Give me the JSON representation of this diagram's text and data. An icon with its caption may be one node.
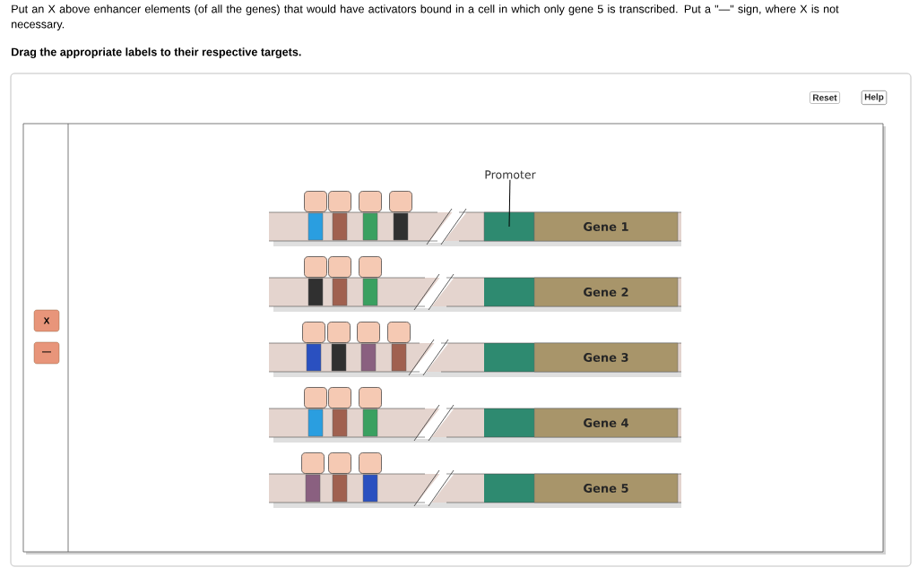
{
  "diagram": {
    "nodes": [
      {
        "text": [
          "X"
        ]
      },
      {
        "text": [
          "—"
        ]
      },
      {
        "text": [
          "Promoter"
        ]
      },
      {
        "text": [],
        "shape": "box"
      },
      {
        "text": [
          "Gene 1"
        ]
      },
      {
        "text": [
          "Gene 2"
        ]
      },
      {
        "text": [
          "Gene 3"
        ]
      },
      {
        "text": [
          "Gene 4"
        ]
      },
      {
        "text": [
          "Gene 5"
        ]
      },
      {
        "text": [],
        "shape": "box"
      },
      {
        "text": [],
        "shape": "box"
      },
      {
        "text": [],
        "shape": "box"
      },
      {
        "text": [],
        "shape": "box"
      },
      {
        "text": [],
        "shape": "box"
      },
      {
        "text": [],
        "shape": "box"
      },
      {
        "text": [],
        "shape": "box"
      },
      {
        "text": [],
        "shape": "box"
      },
      {
        "text": [],
        "shape": "box"
      },
      {
        "text": [],
        "shape": "box"
      },
      {
        "text": [],
        "shape": "box"
      },
      {
        "text": [],
        "shape": "box"
      },
      {
        "text": [],
        "shape": "box"
      },
      {
        "text": [],
        "shape": "box"
      },
      {
        "text": [],
        "shape": "box"
      },
      {
        "text": [],
        "shape": "box"
      },
      {
        "text": [],
        "shape": "box"
      }
    ],
    "edges": [
      {
        "from": 2,
        "to": 3,
        "arrow": "none"
      }
    ],
    "labels": [
      "Put an X above enhancer elements (of all the genes) that would have activators bound in a cell in which only gene 5 is transcribed. Put a \"—\" sign, where X is not necessary.",
      "Drag the appropriate labels to their respective targets.",
      "Reset",
      "Help"
    ]
  }
}
